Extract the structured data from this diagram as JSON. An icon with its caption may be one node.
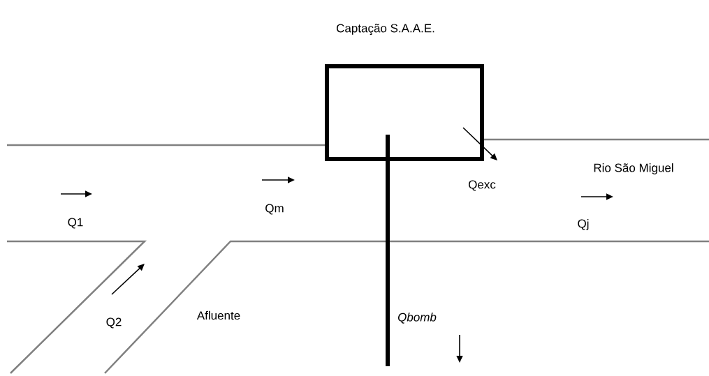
{
  "diagram": {
    "nodes": [
      {
        "text": [
          "Captação S.A.A.E."
        ]
      }
    ],
    "labels": [
      "Q1",
      "Qm",
      "Qexc",
      "Rio São Miguel",
      "Qj",
      "Q2",
      "Afluente",
      "Qbomb"
    ]
  }
}
